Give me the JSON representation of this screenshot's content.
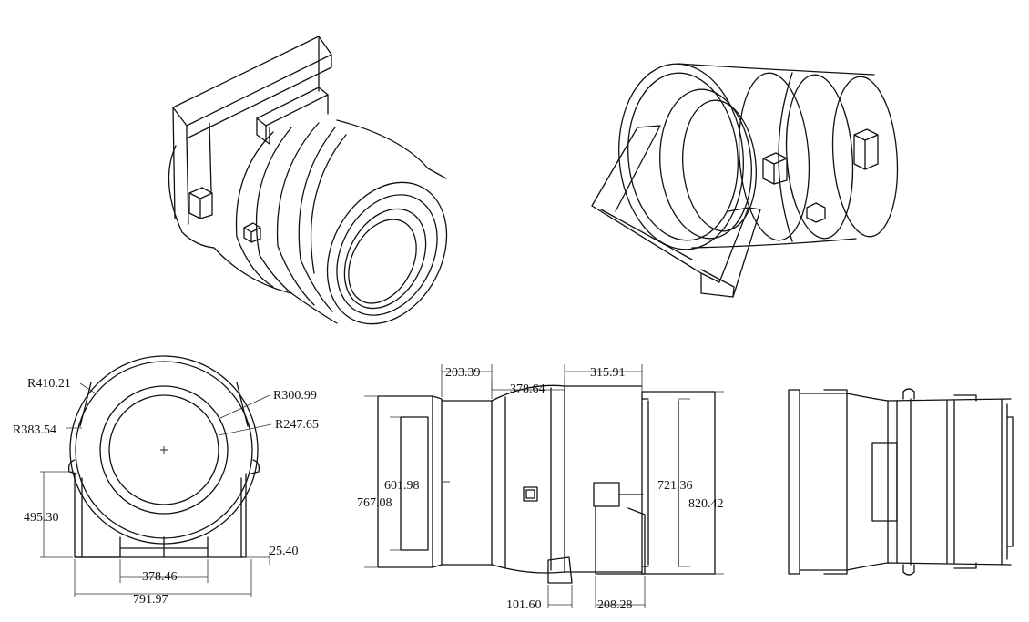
{
  "dims": {
    "r1": "R410.21",
    "r2": "R383.54",
    "r3": "R300.99",
    "r4": "R247.65",
    "h1": "495.30",
    "w1": "378.46",
    "w2": "791.97",
    "s1": "25.40",
    "t1": "203.39",
    "t2": "378.64",
    "t3": "315.91",
    "d1": "601.98",
    "d2": "767.08",
    "d3": "721.36",
    "d4": "820.42",
    "b1": "101.60",
    "b2": "208.28"
  }
}
